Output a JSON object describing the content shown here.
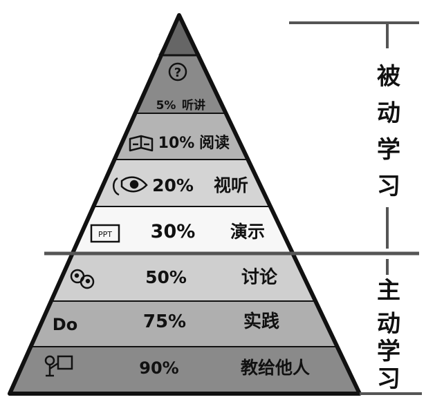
{
  "levels": [
    {
      "percent": "5%",
      "label": "听讲",
      "icon": "question-mark-icon",
      "fill": "#8a8a8a"
    },
    {
      "percent": "10%",
      "label": "阅读",
      "icon": "book-icon",
      "fill": "#b4b4b4"
    },
    {
      "percent": "20%",
      "label": "视听",
      "icon": "eye-ear-icon",
      "fill": "#d4d4d4"
    },
    {
      "percent": "30%",
      "label": "演示",
      "icon": "ppt-icon",
      "fill": "#f7f7f7"
    },
    {
      "percent": "50%",
      "label": "讨论",
      "icon": "discussion-icon",
      "fill": "#cfcfcf"
    },
    {
      "percent": "75%",
      "label": "实践",
      "icon": "do-icon",
      "fill": "#afafaf"
    },
    {
      "percent": "90%",
      "label": "教给他人",
      "icon": "teach-icon",
      "fill": "#8a8a8a"
    }
  ],
  "passive": {
    "chars": [
      "被",
      "动",
      "学",
      "习"
    ]
  },
  "active": {
    "chars": [
      "主",
      "动",
      "学",
      "习"
    ]
  },
  "icon_texts": {
    "ppt": "PPT",
    "do": "Do",
    "question": "?"
  },
  "colors": {
    "apex": "#666666",
    "outline": "#111111",
    "divider": "#555555"
  }
}
